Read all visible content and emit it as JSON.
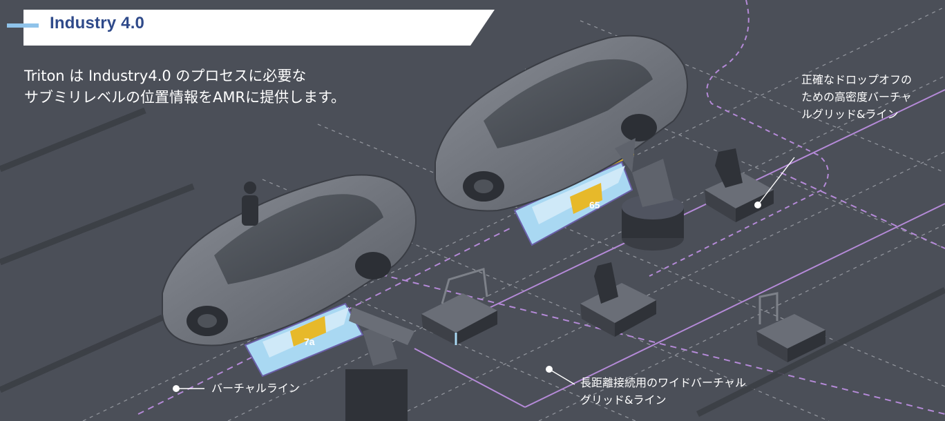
{
  "banner": {
    "title": "Industry 4.0"
  },
  "intro": {
    "line1": "Triton は Industry4.0 のプロセスに必要な",
    "line2": "サブミリレベルの位置情報をAMRに提供します。"
  },
  "callouts": {
    "dropoff": {
      "line1": "正確なドロップオフの",
      "line2": "ための高密度バーチャ",
      "line3": "ルグリッド&ライン"
    },
    "wide": {
      "line1": "長距離接続用のワイドバーチャル",
      "line2": "グリッド&ライン"
    },
    "virtual": {
      "line1": "バーチャルライン"
    }
  },
  "vehicle_labels": {
    "front": "7a",
    "rear": "65"
  },
  "colors": {
    "background": "#4b4f58",
    "banner_title": "#2f4a8a",
    "accent_bar": "#8fc3ea",
    "virtual_line": "#b58ad8",
    "agv_glow": "#a9d8f2",
    "cargo": "#e7b92a"
  }
}
